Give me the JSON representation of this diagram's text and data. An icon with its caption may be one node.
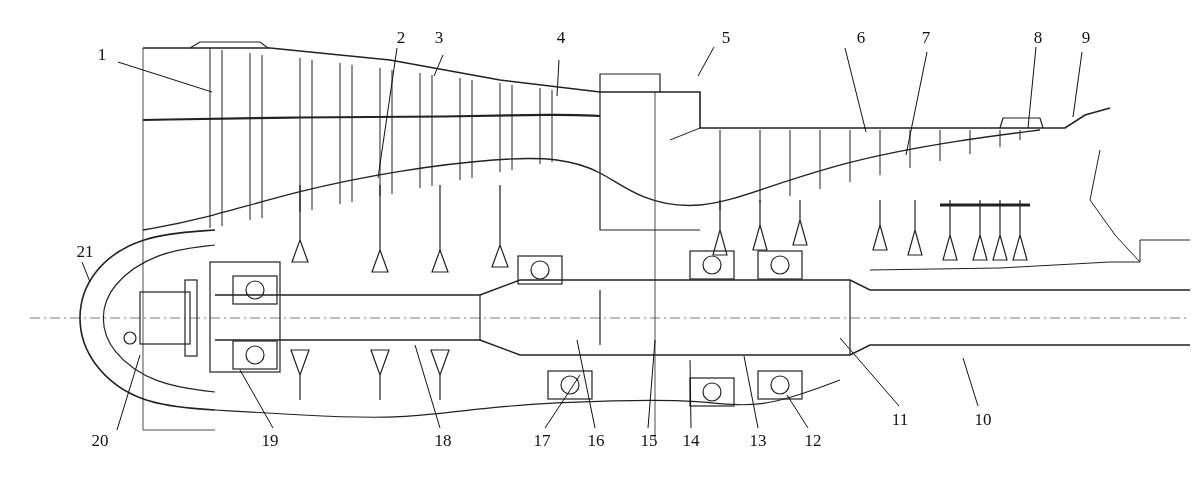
{
  "diagram": {
    "nodes": [
      {
        "text": [
          "1"
        ]
      },
      {
        "text": [
          "2"
        ]
      },
      {
        "text": [
          "3"
        ]
      },
      {
        "text": [
          "4"
        ]
      },
      {
        "text": [
          "5"
        ]
      },
      {
        "text": [
          "6"
        ]
      },
      {
        "text": [
          "7"
        ]
      },
      {
        "text": [
          "8"
        ]
      },
      {
        "text": [
          "9"
        ]
      },
      {
        "text": [
          "10"
        ]
      },
      {
        "text": [
          "11"
        ]
      },
      {
        "text": [
          "12"
        ]
      },
      {
        "text": [
          "13"
        ]
      },
      {
        "text": [
          "14"
        ]
      },
      {
        "text": [
          "15"
        ]
      },
      {
        "text": [
          "16"
        ]
      },
      {
        "text": [
          "17"
        ]
      },
      {
        "text": [
          "18"
        ]
      },
      {
        "text": [
          "19"
        ]
      },
      {
        "text": [
          "20"
        ]
      },
      {
        "text": [
          "21"
        ]
      }
    ],
    "edges": [
      {
        "from": 0,
        "to": null,
        "arrow": "none"
      },
      {
        "from": 1,
        "to": null,
        "arrow": "none"
      },
      {
        "from": 2,
        "to": null,
        "arrow": "none"
      },
      {
        "from": 3,
        "to": null,
        "arrow": "none"
      },
      {
        "from": 4,
        "to": null,
        "arrow": "none"
      },
      {
        "from": 5,
        "to": null,
        "arrow": "none"
      },
      {
        "from": 6,
        "to": null,
        "arrow": "none"
      },
      {
        "from": 7,
        "to": null,
        "arrow": "none"
      },
      {
        "from": 8,
        "to": null,
        "arrow": "none"
      },
      {
        "from": 9,
        "to": null,
        "arrow": "none"
      },
      {
        "from": 10,
        "to": null,
        "arrow": "none"
      },
      {
        "from": 11,
        "to": null,
        "arrow": "none"
      },
      {
        "from": 12,
        "to": null,
        "arrow": "none"
      },
      {
        "from": 13,
        "to": null,
        "arrow": "none"
      },
      {
        "from": 14,
        "to": null,
        "arrow": "none"
      },
      {
        "from": 15,
        "to": null,
        "arrow": "none"
      },
      {
        "from": 16,
        "to": null,
        "arrow": "none"
      },
      {
        "from": 17,
        "to": null,
        "arrow": "none"
      },
      {
        "from": 18,
        "to": null,
        "arrow": "none"
      },
      {
        "from": 19,
        "to": null,
        "arrow": "none"
      },
      {
        "from": 20,
        "to": null,
        "arrow": "none"
      }
    ]
  }
}
